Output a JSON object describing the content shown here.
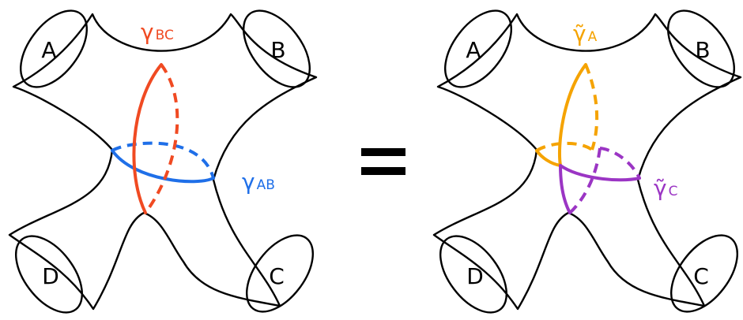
{
  "left_panel": {
    "boundaries": {
      "top_left": "A",
      "top_right": "B",
      "bottom_right": "C",
      "bottom_left": "D"
    },
    "curve_vertical": {
      "symbol": "γ",
      "subscript": "BC",
      "color": "#f04a22"
    },
    "curve_horizontal": {
      "symbol": "γ",
      "subscript": "AB",
      "color": "#1f6fe8"
    }
  },
  "equals_sign": "=",
  "right_panel": {
    "boundaries": {
      "top_left": "A",
      "top_right": "B",
      "bottom_right": "C",
      "bottom_left": "D"
    },
    "curve_a": {
      "symbol": "γ̃",
      "subscript": "A",
      "color": "#f5a300"
    },
    "curve_c": {
      "symbol": "γ̃",
      "subscript": "C",
      "color": "#9b35c4"
    }
  },
  "colors": {
    "outline": "#000000",
    "background": "#ffffff"
  }
}
